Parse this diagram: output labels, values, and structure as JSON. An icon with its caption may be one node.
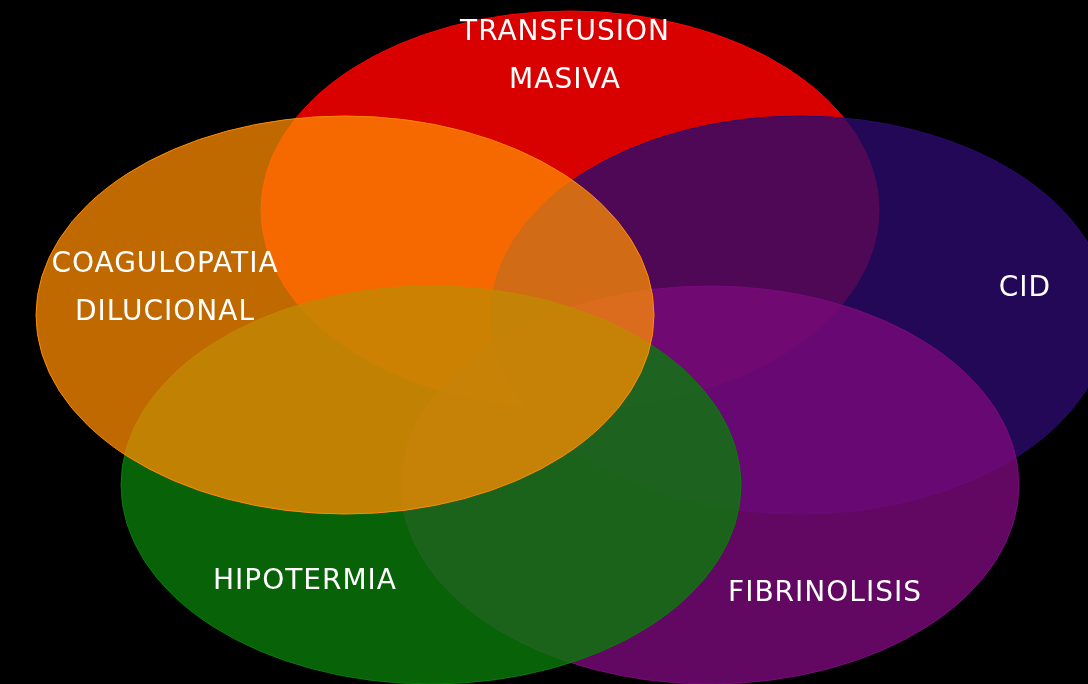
{
  "diagram": {
    "nodes": [
      {
        "text": [
          "TRANSFUSION MASIVA"
        ]
      },
      {
        "text": [
          "COAGULOPATIA DILUCIONAL"
        ]
      },
      {
        "text": [
          "CID"
        ]
      },
      {
        "text": [
          "HIPOTERMIA"
        ]
      },
      {
        "text": [
          "FIBRINOLISIS"
        ]
      }
    ]
  }
}
